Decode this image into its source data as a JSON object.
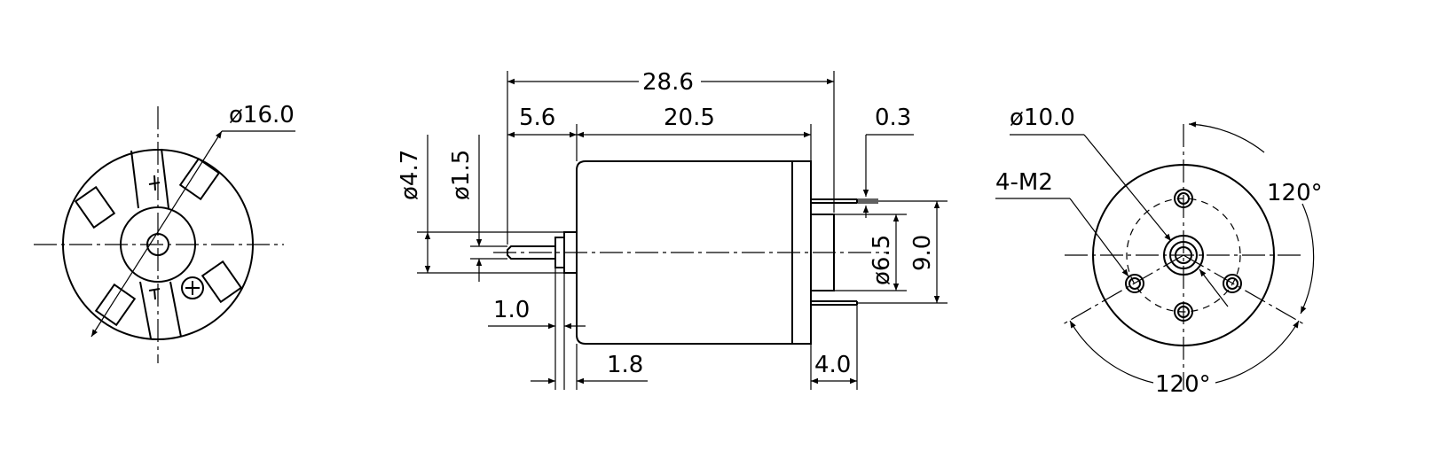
{
  "dimensions": {
    "front_diameter": "ø16.0",
    "overall_length": "28.6",
    "shaft_length": "5.6",
    "body_length": "20.5",
    "terminal_thickness": "0.3",
    "shoulder_diameter": "ø4.7",
    "shaft_diameter": "ø1.5",
    "boss_diameter": "ø6.5",
    "terminal_spacing": "9.0",
    "flange_thickness": "1.0",
    "boss_length": "1.8",
    "terminal_length": "4.0",
    "rear_circle_diameter": "ø10.0",
    "rear_holes": "4-M2",
    "angle_upper": "120°",
    "angle_lower": "120°"
  }
}
